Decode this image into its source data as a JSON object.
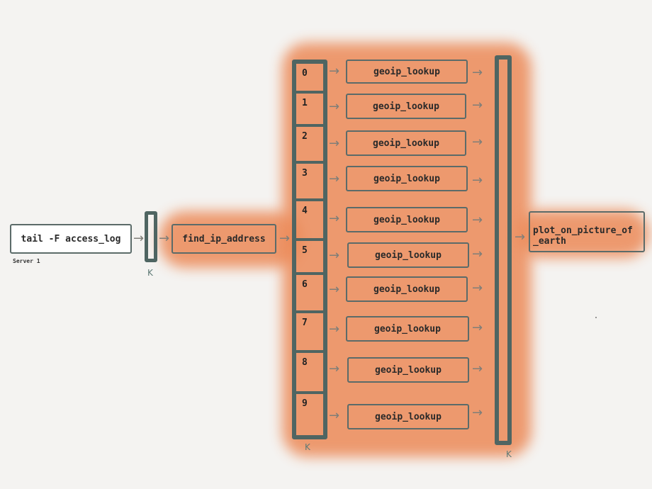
{
  "source": {
    "label": "tail -F access_log",
    "server": "Server 1"
  },
  "queue_marker": "K",
  "extractor": {
    "label": "find_ip_address"
  },
  "partitions": [
    "0",
    "1",
    "2",
    "3",
    "4",
    "5",
    "6",
    "7",
    "8",
    "9"
  ],
  "workers": [
    "geoip_lookup",
    "geoip_lookup",
    "geoip_lookup",
    "geoip_lookup",
    "geoip_lookup",
    "geoip_lookup",
    "geoip_lookup",
    "geoip_lookup",
    "geoip_lookup",
    "geoip_lookup"
  ],
  "sink": {
    "label": "plot_on_picture_of\n_earth"
  },
  "colors": {
    "accent": "#ec8a58",
    "queue_stroke": "#4f6562",
    "background": "#f4f3f1"
  }
}
